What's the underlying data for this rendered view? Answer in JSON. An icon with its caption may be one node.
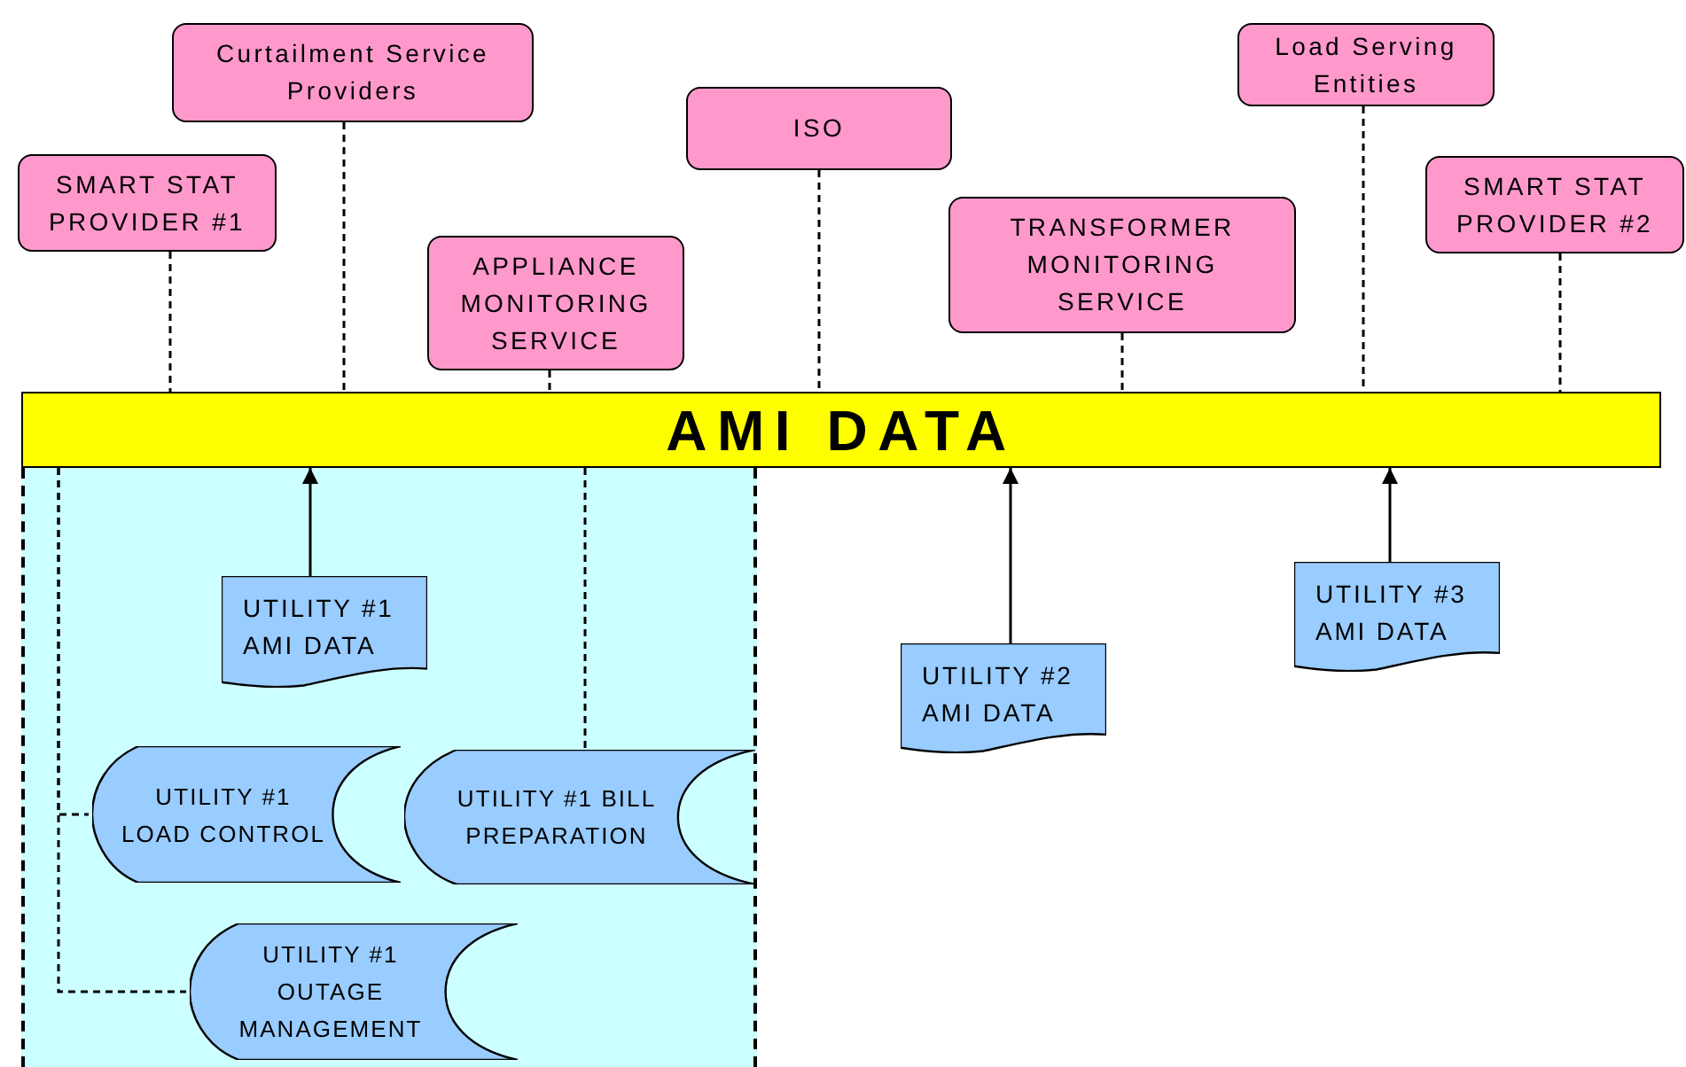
{
  "diagram": {
    "nodes": [
      {
        "text": [
          "Curtailment Service Providers"
        ]
      },
      {
        "text": [
          "SMART STAT PROVIDER #1"
        ]
      },
      {
        "text": [
          "APPLIANCE MONITORING SERVICE"
        ]
      },
      {
        "text": [
          "ISO"
        ]
      },
      {
        "text": [
          "TRANSFORMER MONITORING SERVICE"
        ]
      },
      {
        "text": [
          "Load Serving Entities"
        ]
      },
      {
        "text": [
          "SMART STAT PROVIDER #2"
        ]
      },
      {
        "text": [
          "AMI DATA"
        ]
      },
      {
        "text": [],
        "shape": "box"
      },
      {
        "text": [
          "UTILITY #1 AMI DATA"
        ],
        "in": 8
      },
      {
        "text": [
          "UTILITY #1 LOAD CONTROL"
        ],
        "in": 8
      },
      {
        "text": [
          "UTILITY #1 BILL PREPARATION"
        ],
        "in": 8
      },
      {
        "text": [
          "UTILITY #1 OUTAGE MANAGEMENT"
        ],
        "in": 8
      },
      {
        "text": [
          "UTILITY #2 AMI DATA"
        ]
      },
      {
        "text": [
          "UTILITY #3 AMI DATA"
        ]
      }
    ],
    "edges": [
      {
        "from": 1,
        "to": 7,
        "arrow": "none",
        "style": "dashed"
      },
      {
        "from": 0,
        "to": 7,
        "arrow": "none",
        "style": "dashed"
      },
      {
        "from": 2,
        "to": 7,
        "arrow": "none",
        "style": "dashed"
      },
      {
        "from": 3,
        "to": 7,
        "arrow": "none",
        "style": "dashed"
      },
      {
        "from": 4,
        "to": 7,
        "arrow": "none",
        "style": "dashed"
      },
      {
        "from": 5,
        "to": 7,
        "arrow": "none",
        "style": "dashed"
      },
      {
        "from": 6,
        "to": 7,
        "arrow": "none",
        "style": "dashed"
      },
      {
        "from": 9,
        "to": 7,
        "arrow": "to"
      },
      {
        "from": 13,
        "to": 7,
        "arrow": "to"
      },
      {
        "from": 14,
        "to": 7,
        "arrow": "to"
      },
      {
        "from": 7,
        "to": 10,
        "arrow": "none",
        "style": "dashed"
      },
      {
        "from": 7,
        "to": 12,
        "arrow": "none",
        "style": "dashed"
      },
      {
        "from": 7,
        "to": 11,
        "arrow": "none",
        "style": "dashed"
      }
    ]
  }
}
